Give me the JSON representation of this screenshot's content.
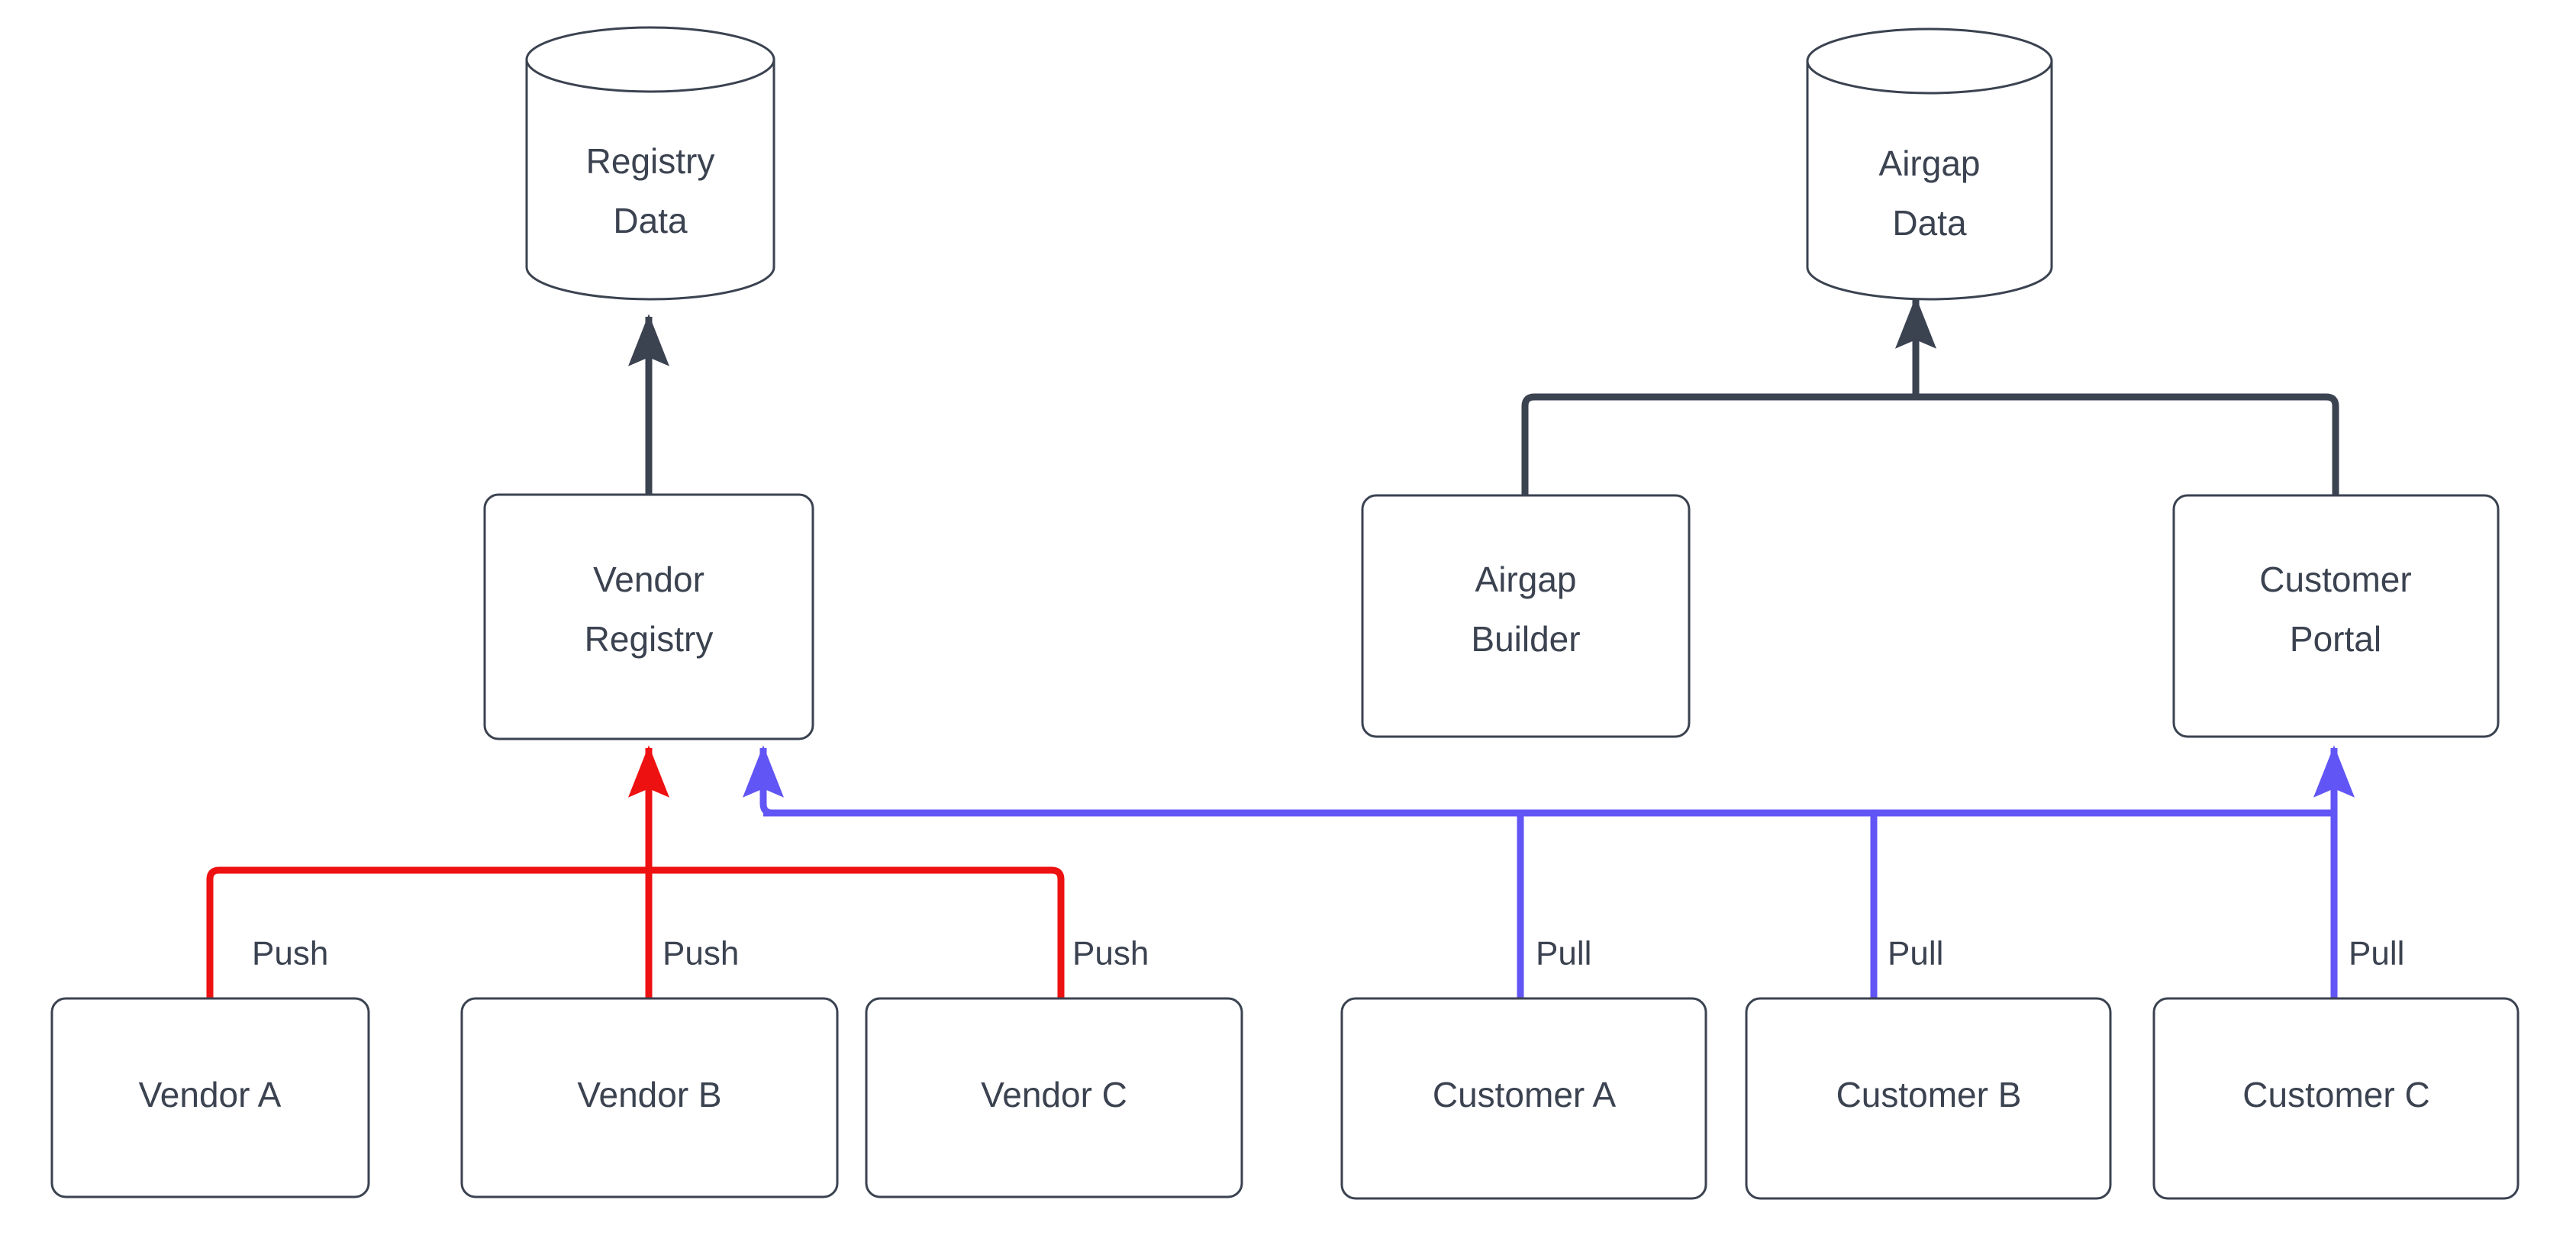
{
  "diagram": {
    "type": "flowchart",
    "background_color": "#ffffff",
    "colors": {
      "stroke_dark": "#3b4250",
      "push_red": "#ee1111",
      "pull_blue": "#6155f5",
      "node_fill": "#ffffff",
      "text": "#3b4250"
    },
    "nodes": {
      "registry_data": {
        "label_line1": "Registry",
        "label_line2": "Data",
        "shape": "cylinder"
      },
      "airgap_data": {
        "label_line1": "Airgap",
        "label_line2": "Data",
        "shape": "cylinder"
      },
      "vendor_registry": {
        "label_line1": "Vendor",
        "label_line2": "Registry",
        "shape": "rounded-rect"
      },
      "airgap_builder": {
        "label_line1": "Airgap",
        "label_line2": "Builder",
        "shape": "rounded-rect"
      },
      "customer_portal": {
        "label_line1": "Customer",
        "label_line2": "Portal",
        "shape": "rounded-rect"
      },
      "vendor_a": {
        "label": "Vendor A",
        "shape": "rounded-rect"
      },
      "vendor_b": {
        "label": "Vendor B",
        "shape": "rounded-rect"
      },
      "vendor_c": {
        "label": "Vendor C",
        "shape": "rounded-rect"
      },
      "customer_a": {
        "label": "Customer A",
        "shape": "rounded-rect"
      },
      "customer_b": {
        "label": "Customer B",
        "shape": "rounded-rect"
      },
      "customer_c": {
        "label": "Customer C",
        "shape": "rounded-rect"
      }
    },
    "edge_labels": {
      "vendor_a_push": "Push",
      "vendor_b_push": "Push",
      "vendor_c_push": "Push",
      "customer_a_pull": "Pull",
      "customer_b_pull": "Pull",
      "customer_c_pull": "Pull"
    },
    "edges": [
      {
        "from": "vendor_registry",
        "to": "registry_data",
        "color": "#3b4250",
        "label": ""
      },
      {
        "from": "airgap_builder",
        "to": "airgap_data",
        "color": "#3b4250",
        "label": ""
      },
      {
        "from": "customer_portal",
        "to": "airgap_data",
        "color": "#3b4250",
        "label": ""
      },
      {
        "from": "vendor_a",
        "to": "vendor_registry",
        "color": "#ee1111",
        "label": "Push"
      },
      {
        "from": "vendor_b",
        "to": "vendor_registry",
        "color": "#ee1111",
        "label": "Push"
      },
      {
        "from": "vendor_c",
        "to": "vendor_registry",
        "color": "#ee1111",
        "label": "Push"
      },
      {
        "from": "customer_a",
        "to": "vendor_registry",
        "color": "#6155f5",
        "label": "Pull"
      },
      {
        "from": "customer_b",
        "to": "vendor_registry",
        "color": "#6155f5",
        "label": "Pull"
      },
      {
        "from": "customer_c",
        "to": "customer_portal",
        "color": "#6155f5",
        "label": "Pull"
      }
    ]
  }
}
